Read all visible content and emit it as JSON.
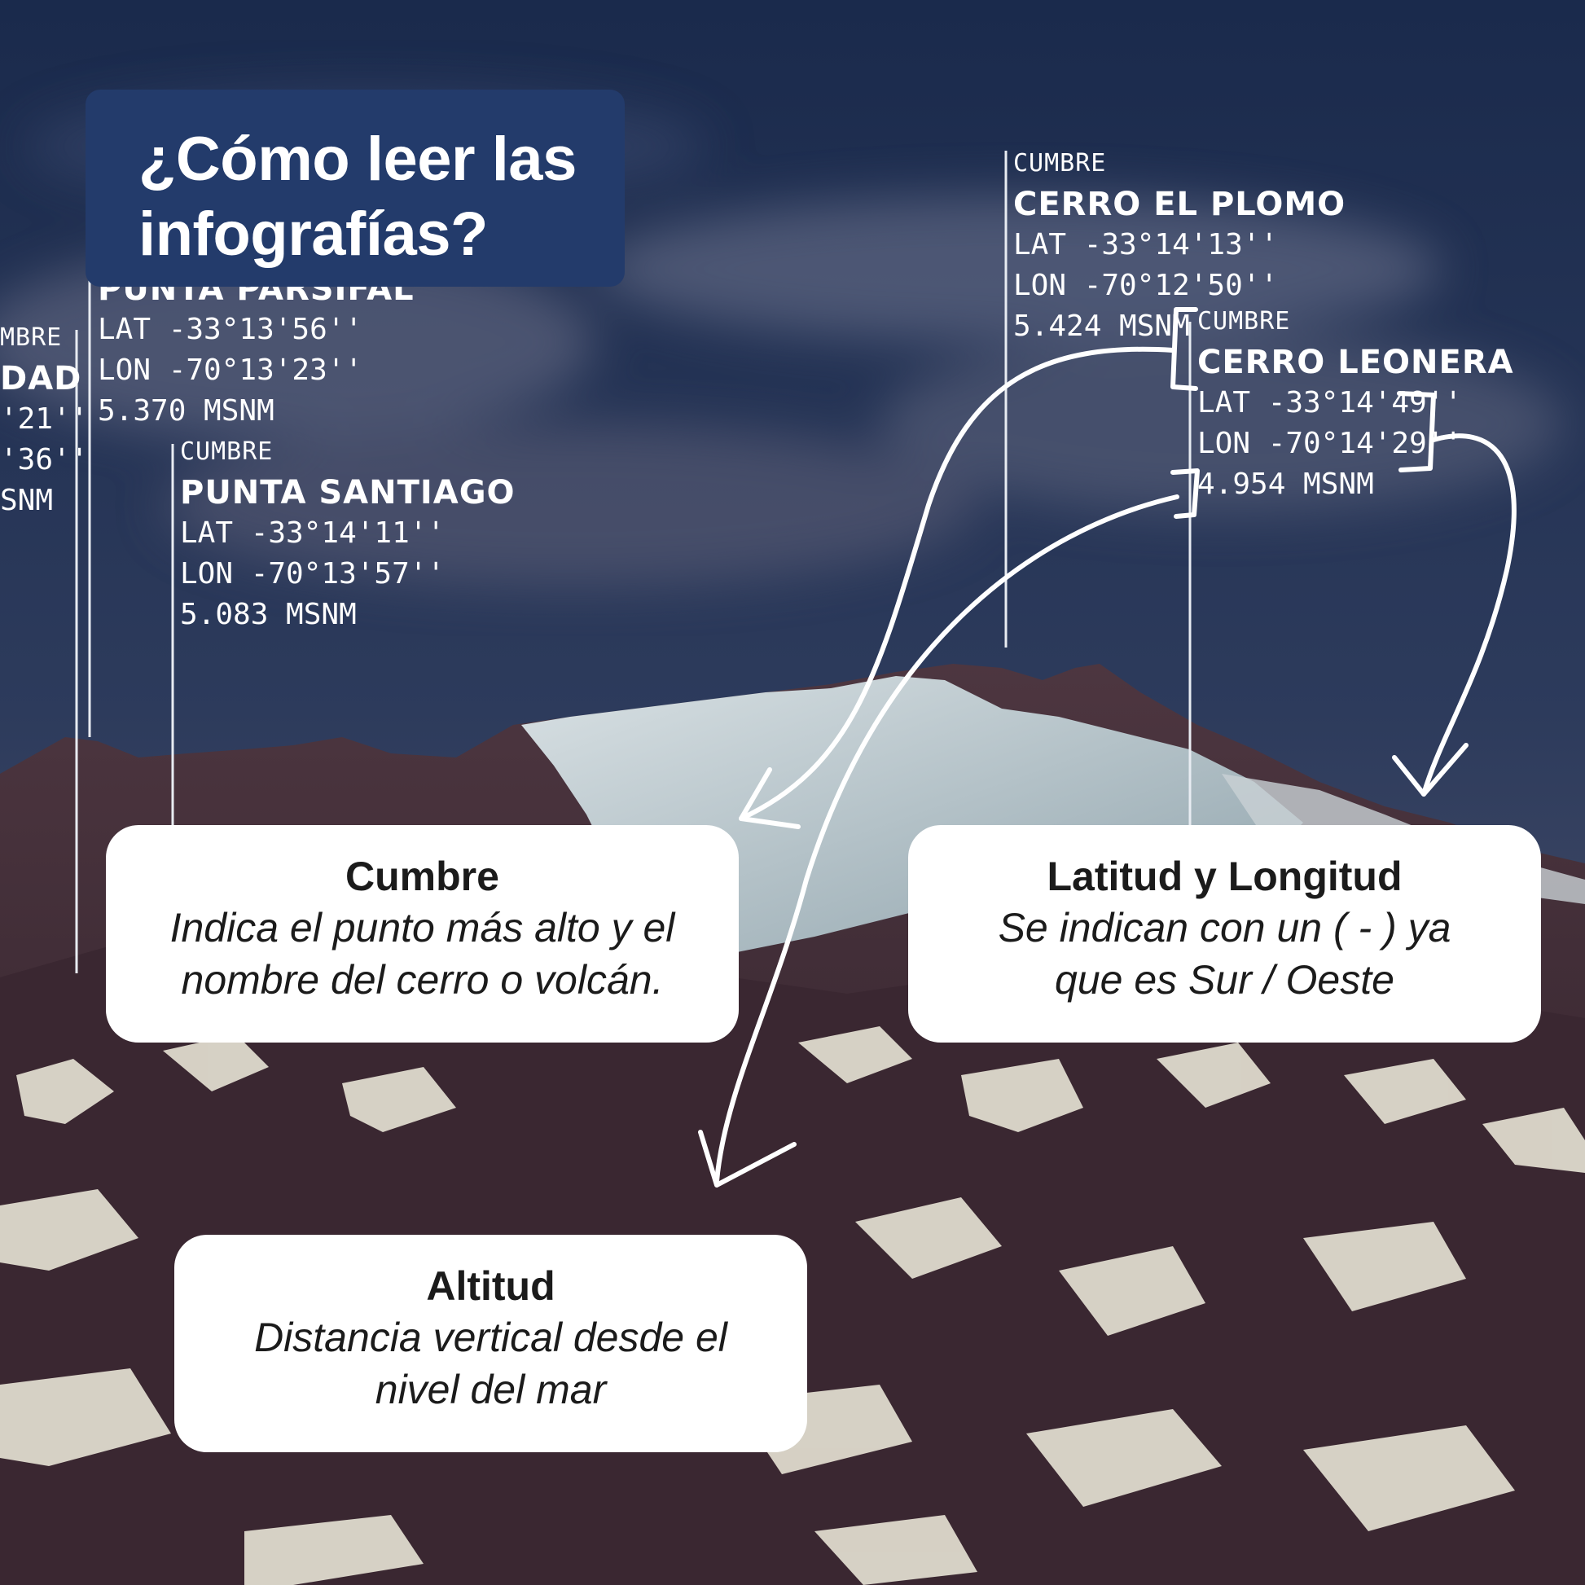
{
  "title": {
    "line1": "¿Cómo leer las",
    "line2": "infografías?"
  },
  "labels": {
    "left_partial": {
      "kind": "MBRE",
      "name": "DAD",
      "lat": "'21''",
      "lon": "'36''",
      "alt": "SNM"
    },
    "punta_parsifal": {
      "name": "PUNTA PARSIFAL",
      "lat": "LAT -33°13'56''",
      "lon": "LON -70°13'23''",
      "alt": "5.370 MSNM"
    },
    "punta_santiago": {
      "kind": "CUMBRE",
      "name": "PUNTA SANTIAGO",
      "lat": "LAT -33°14'11''",
      "lon": "LON -70°13'57''",
      "alt": "5.083 MSNM"
    },
    "cerro_el_plomo": {
      "kind": "CUMBRE",
      "name": "CERRO EL PLOMO",
      "lat": "LAT -33°14'13''",
      "lon": "LON -70°12'50''",
      "alt": "5.424 MSNM"
    },
    "cerro_leonera": {
      "kind": "CUMBRE",
      "name": "CERRO LEONERA",
      "lat": "LAT -33°14'49''",
      "lon": "LON -70°14'29''",
      "alt": "4.954 MSNM"
    }
  },
  "info": {
    "cumbre": {
      "title": "Cumbre",
      "line1": "Indica el punto más alto y el",
      "line2": "nombre del cerro o volcán."
    },
    "latlon": {
      "title": "Latitud y Longitud",
      "line1": "Se indican con un ( - ) ya",
      "line2": "que es Sur / Oeste"
    },
    "altitud": {
      "title": "Altitud",
      "line1": "Distancia vertical desde el",
      "line2": "nivel del mar"
    }
  },
  "colors": {
    "sky_top": "#1b2c4f",
    "sky_mid": "#3a4968",
    "title_bg": "#233b6b",
    "rock": "#3b2a33",
    "snow": "#e6e2d6",
    "glacier": "#b9c6cb"
  }
}
